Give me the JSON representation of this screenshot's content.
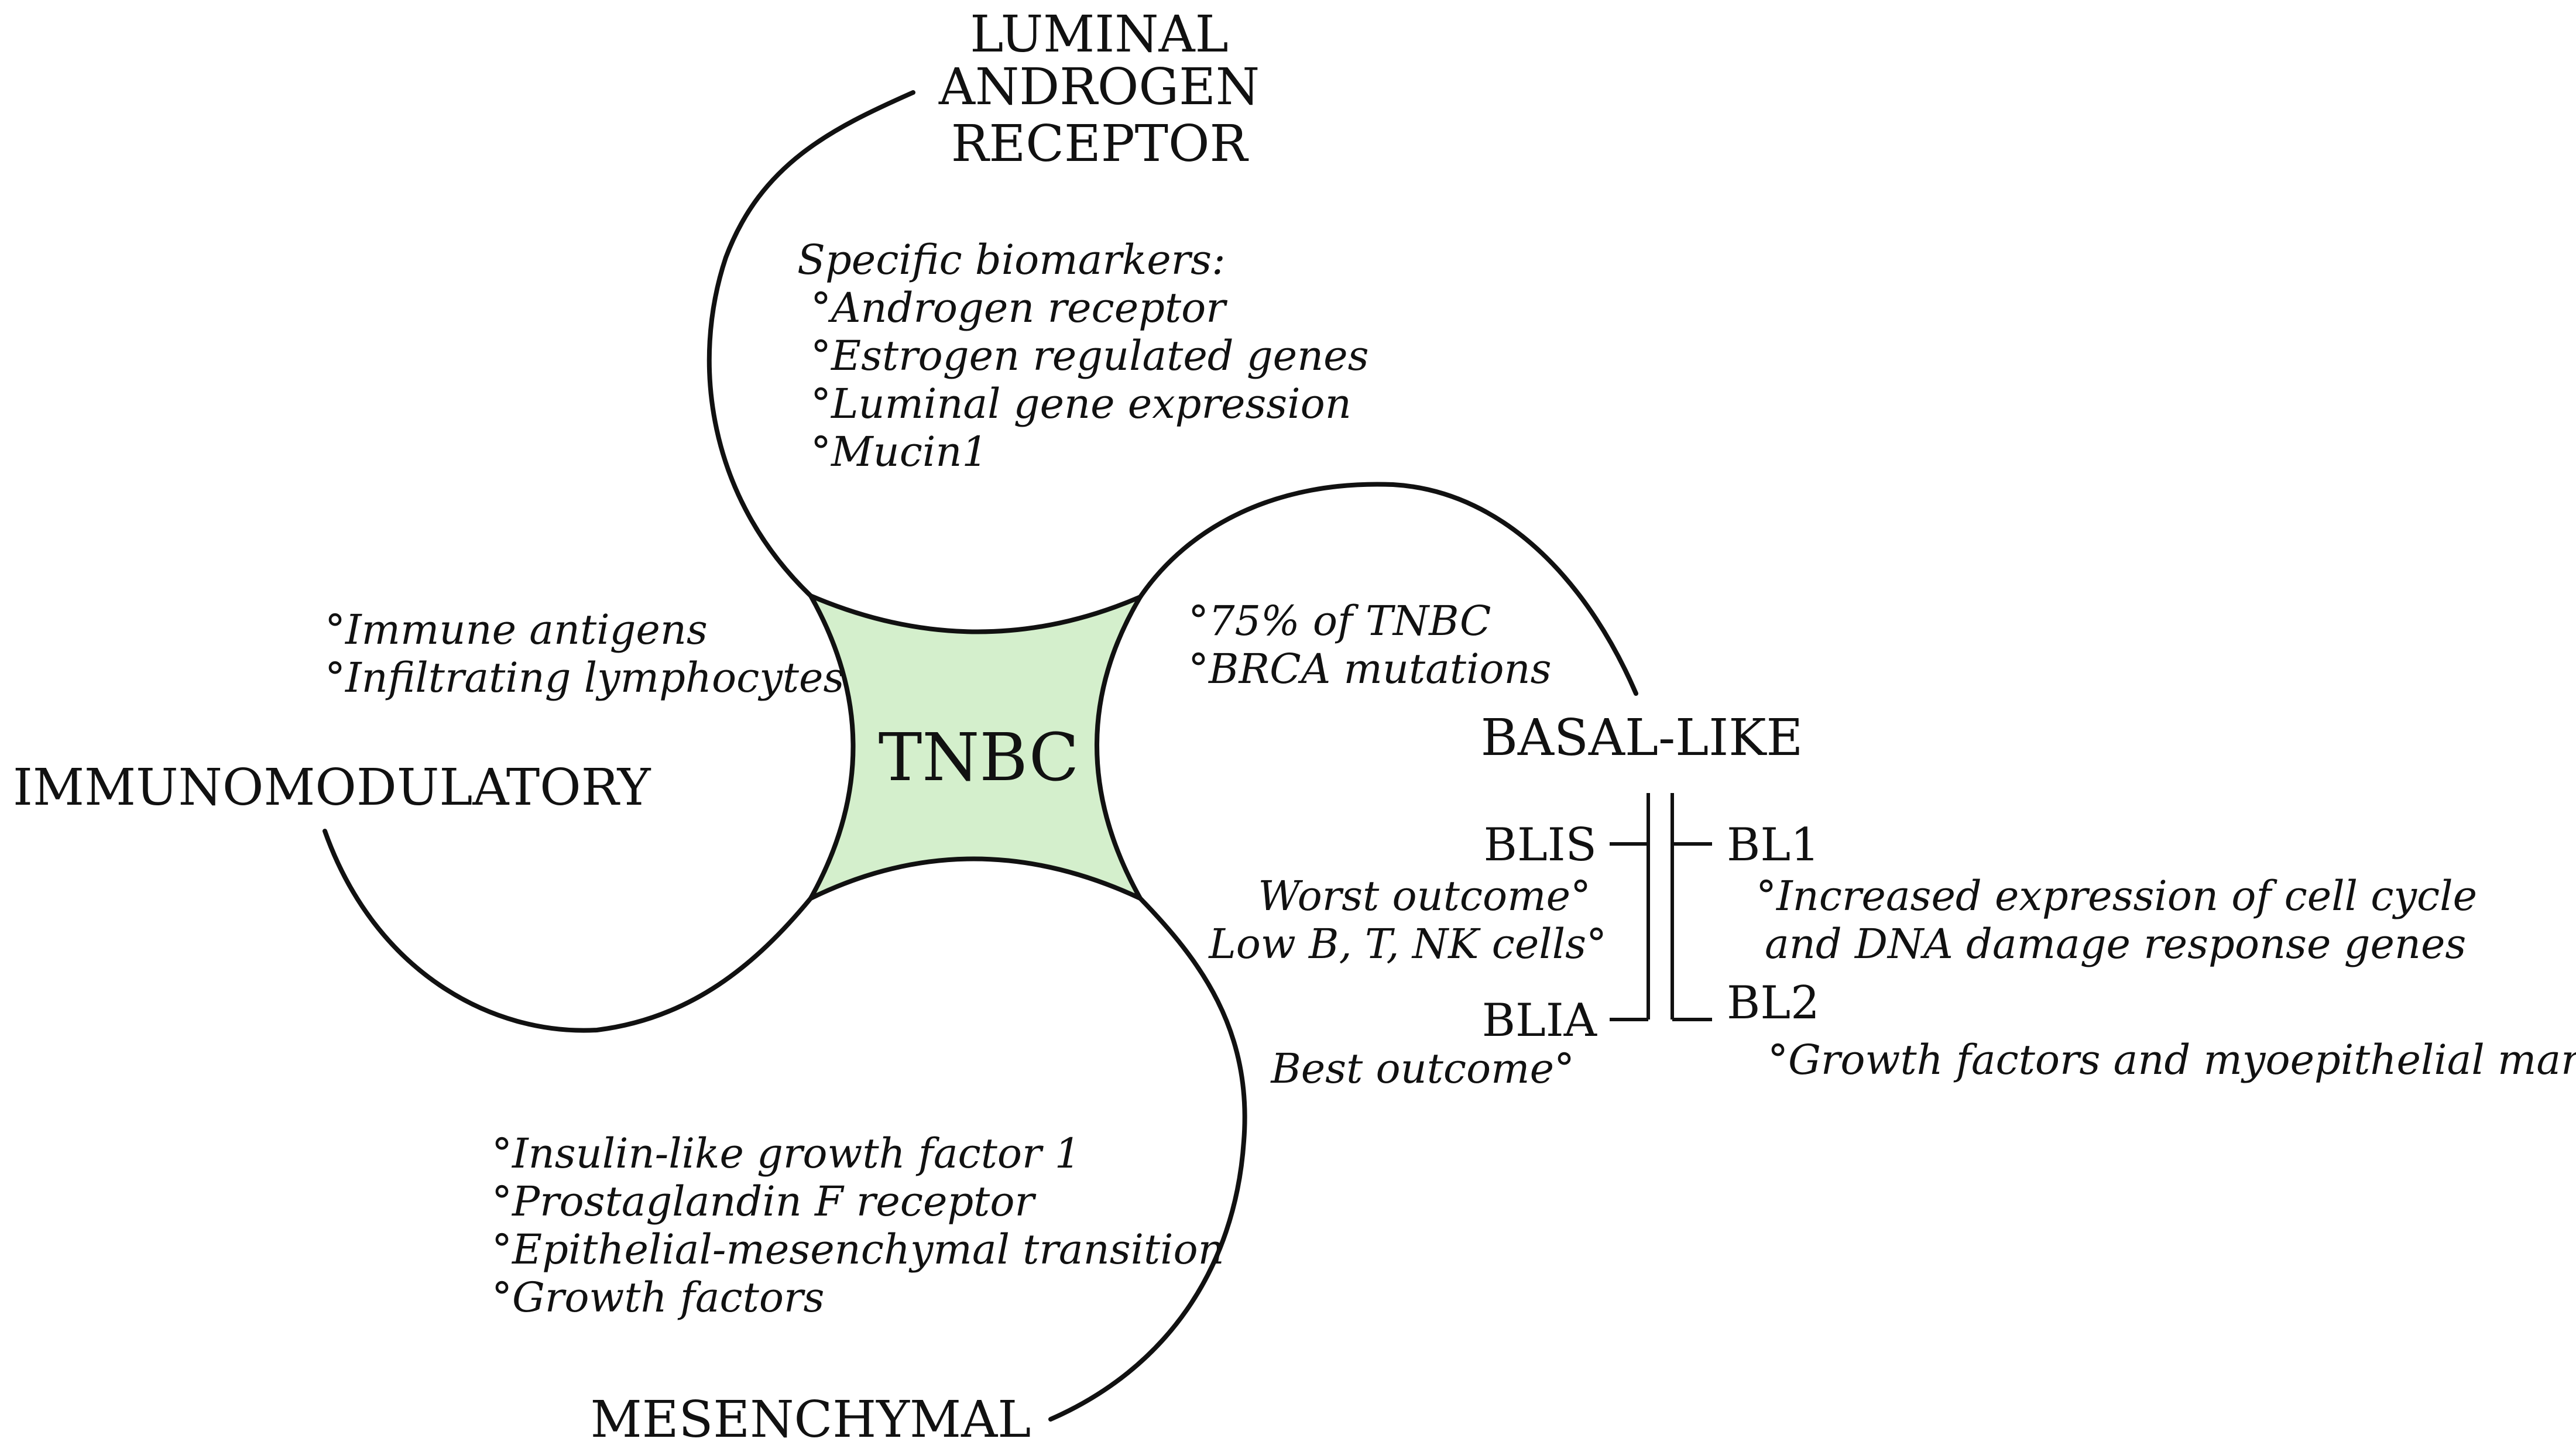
{
  "center_label": "TNBC",
  "colors": {
    "center_fill": "#d4efcc",
    "line": "#111111",
    "text": "#111111"
  },
  "luminal": {
    "title_lines": [
      "LUMINAL",
      "ANDROGEN",
      "RECEPTOR"
    ],
    "lines": [
      "Specific biomarkers:",
      "°Androgen receptor",
      "°Estrogen regulated genes",
      "°Luminal gene expression",
      "°Mucin1"
    ]
  },
  "immunomodulatory": {
    "title": "IMMUNOMODULATORY",
    "lines": [
      "°Immune antigens",
      "°Infiltrating lymphocytes"
    ]
  },
  "basal": {
    "title": "BASAL-LIKE",
    "lines": [
      "°75% of TNBC",
      "°BRCA mutations"
    ],
    "blis": {
      "label": "BLIS",
      "lines": [
        "Worst outcome°",
        "Low B, T, NK cells°"
      ]
    },
    "blia": {
      "label": "BLIA",
      "lines": [
        "Best outcome°"
      ]
    },
    "bl1": {
      "label": "BL1",
      "lines": [
        "°Increased expression of cell cycle",
        "and DNA damage response genes"
      ]
    },
    "bl2": {
      "label": "BL2",
      "lines": [
        "°Growth factors and myoepithelial markers"
      ]
    }
  },
  "mesenchymal": {
    "title": "MESENCHYMAL",
    "lines": [
      "°Insulin-like growth factor 1",
      "°Prostaglandin F receptor",
      "°Epithelial-mesenchymal transition",
      "°Growth factors"
    ]
  }
}
